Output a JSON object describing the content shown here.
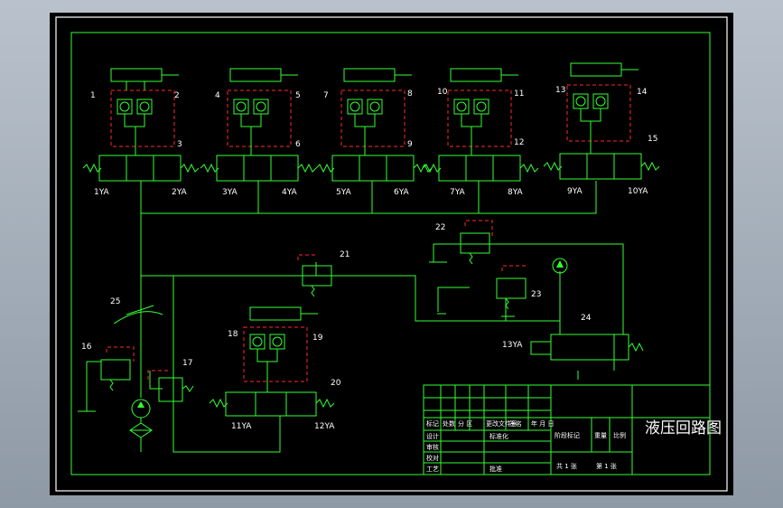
{
  "title_block": {
    "title": "液压回路图",
    "row_headers": [
      "标记",
      "处数",
      "分 区",
      "更改文件号",
      "签名",
      "年 月 日"
    ],
    "row_names": [
      "设计",
      "审核",
      "校对",
      "工艺"
    ],
    "standard": "标准化",
    "approve": "批准",
    "stage_mark": "阶段标记",
    "weight": "重量",
    "scale": "比例",
    "sheet_total": "共 1 张",
    "sheet_no": "第 1 张"
  },
  "component_labels": [
    "1",
    "2",
    "3",
    "4",
    "5",
    "6",
    "7",
    "8",
    "9",
    "10",
    "11",
    "12",
    "13",
    "14",
    "15",
    "16",
    "17",
    "18",
    "19",
    "20",
    "21",
    "22",
    "23",
    "24",
    "25"
  ],
  "solenoid_labels": [
    "1YA",
    "2YA",
    "3YA",
    "4YA",
    "5YA",
    "6YA",
    "7YA",
    "8YA",
    "9YA",
    "10YA",
    "11YA",
    "12YA",
    "13YA"
  ],
  "colors": {
    "background": "#000000",
    "lines": "#33ff33",
    "dashed_outline": "#ff2a2a",
    "text": "#ffffff",
    "frame_outer": "#8e99a6"
  }
}
